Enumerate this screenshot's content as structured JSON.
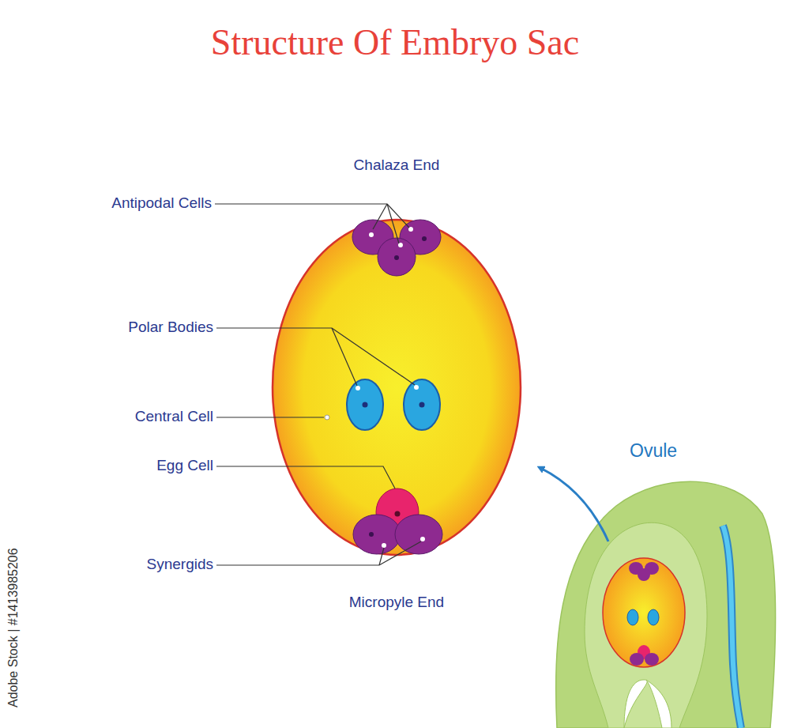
{
  "diagram": {
    "title": "Structure Of Embryo Sac",
    "labels": [
      "Chalaza End",
      "Antipodal Cells",
      "Polar Bodies",
      "Central Cell",
      "Egg Cell",
      "Synergids",
      "Micropyle End",
      "Ovule",
      "Adobe Stock | #1413985206"
    ]
  }
}
